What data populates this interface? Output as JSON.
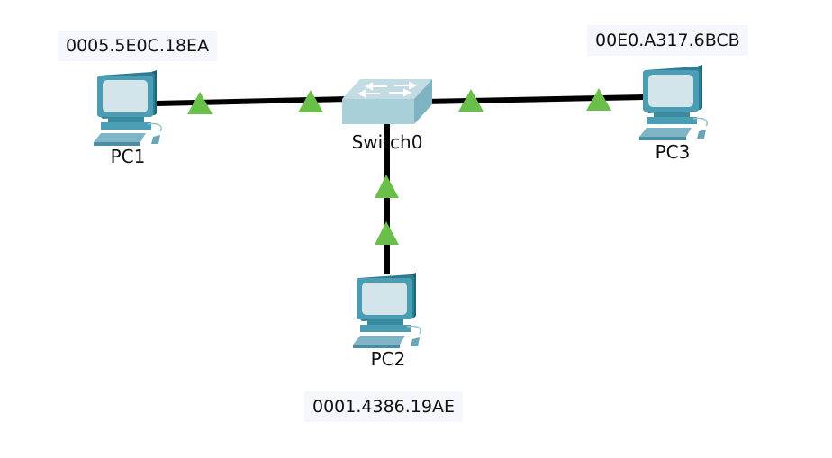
{
  "topology": {
    "devices": [
      {
        "id": "pc1",
        "name": "PC1",
        "type": "pc",
        "mac": "0005.5E0C.18EA"
      },
      {
        "id": "pc2",
        "name": "PC2",
        "type": "pc",
        "mac": "0001.4386.19AE"
      },
      {
        "id": "pc3",
        "name": "PC3",
        "type": "pc",
        "mac": "00E0.A317.6BCB"
      },
      {
        "id": "switch0",
        "name": "Switch0",
        "type": "switch"
      }
    ],
    "links": [
      {
        "from": "PC1",
        "to": "Switch0",
        "from_status": "up",
        "to_status": "up"
      },
      {
        "from": "Switch0",
        "to": "PC3",
        "from_status": "up",
        "to_status": "up"
      },
      {
        "from": "Switch0",
        "to": "PC2",
        "from_status": "up",
        "to_status": "up"
      }
    ],
    "colors": {
      "link_up": "#6abf4b",
      "cable": "#000000",
      "pc_body": "#3b8ea5",
      "switch_body": "#a9cfd9"
    }
  }
}
